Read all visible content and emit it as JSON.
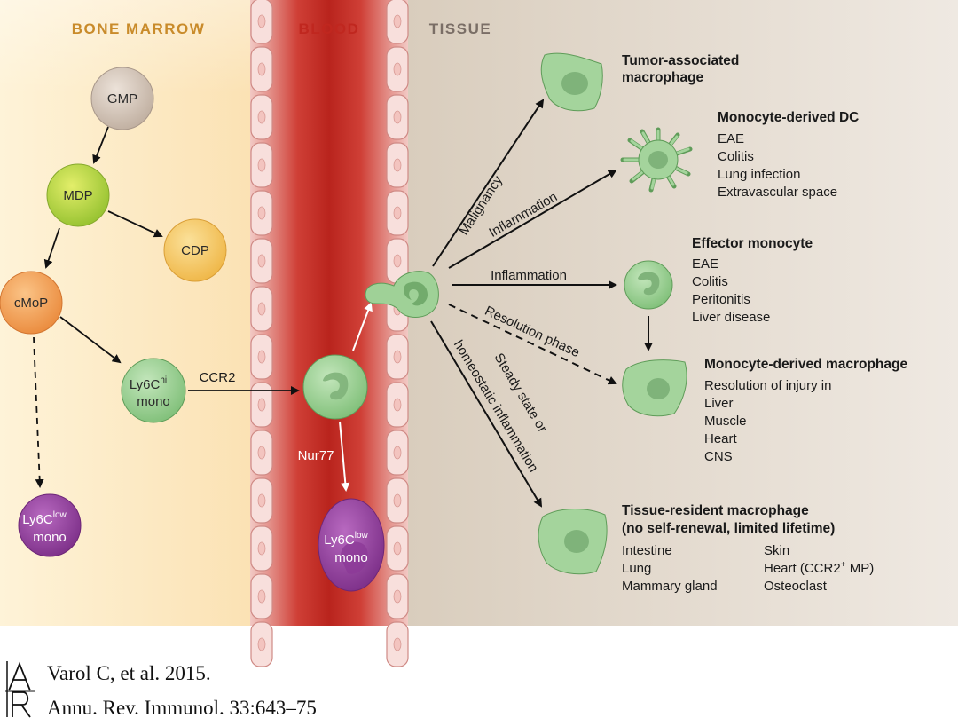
{
  "regions": {
    "bone_marrow": "BONE MARROW",
    "blood": "BLOOD",
    "tissue": "TISSUE"
  },
  "cells": {
    "gmp": "GMP",
    "mdp": "MDP",
    "cdp": "CDP",
    "cmop": "cMoP",
    "ly6c_hi_line1_base": "Ly6C",
    "ly6c_hi_line1_sup": "hi",
    "ly6c_hi_line2": "mono",
    "ly6c_low_bm_line1_base": "Ly6C",
    "ly6c_low_bm_line1_sup": "low",
    "ly6c_low_bm_line2": "mono",
    "ly6c_low_blood_line1_base": "Ly6C",
    "ly6c_low_blood_line1_sup": "low",
    "ly6c_low_blood_line2": "mono"
  },
  "arrow_labels": {
    "ccr2": "CCR2",
    "nur77": "Nur77",
    "malignancy": "Malignancy",
    "inflammation_dc": "Inflammation",
    "inflammation_effector": "Inflammation",
    "resolution_phase": "Resolution phase",
    "steady_state_line1": "Steady state or",
    "steady_state_line2": "homeostatic inflammation"
  },
  "outcomes": {
    "tam": {
      "title_line1": "Tumor-associated",
      "title_line2": "macrophage"
    },
    "dc": {
      "title": "Monocyte-derived DC",
      "items": [
        "EAE",
        "Colitis",
        "Lung infection",
        "Extravascular space"
      ]
    },
    "effector": {
      "title": "Effector monocyte",
      "items": [
        "EAE",
        "Colitis",
        "Peritonitis",
        "Liver disease"
      ]
    },
    "mdm": {
      "title": "Monocyte-derived macrophage",
      "items": [
        "Resolution of injury in",
        "Liver",
        "Muscle",
        "Heart",
        "CNS"
      ]
    },
    "resident": {
      "title_line1": "Tissue-resident macrophage",
      "title_line2": "(no self-renewal, limited lifetime)",
      "col1": [
        "Intestine",
        "Lung",
        "Mammary gland"
      ],
      "col2_item1": "Skin",
      "col2_item2_base": "Heart (CCR2",
      "col2_item2_sup": "+",
      "col2_item2_tail": " MP)",
      "col2_item3": "Osteoclast"
    }
  },
  "citation": {
    "logo_letters": "AR",
    "line1": "Varol C, et al. 2015.",
    "line2": "Annu. Rev. Immunol. 33:643–75"
  },
  "colors": {
    "bone_marrow_bg": "#fdebc8",
    "blood_red": "#c8312a",
    "tissue_bg": "#e4dace",
    "monocyte_green": "#a4d49c",
    "gmp": "#d9cbc0",
    "mdp": "#c2d93a",
    "cdp": "#f7cf6a",
    "cmop": "#f5a35b",
    "ly6c_low": "#9e4aa8",
    "bone_marrow_label": "#c98b2a",
    "blood_label": "#c0271f",
    "tissue_label": "#7a6e66"
  }
}
